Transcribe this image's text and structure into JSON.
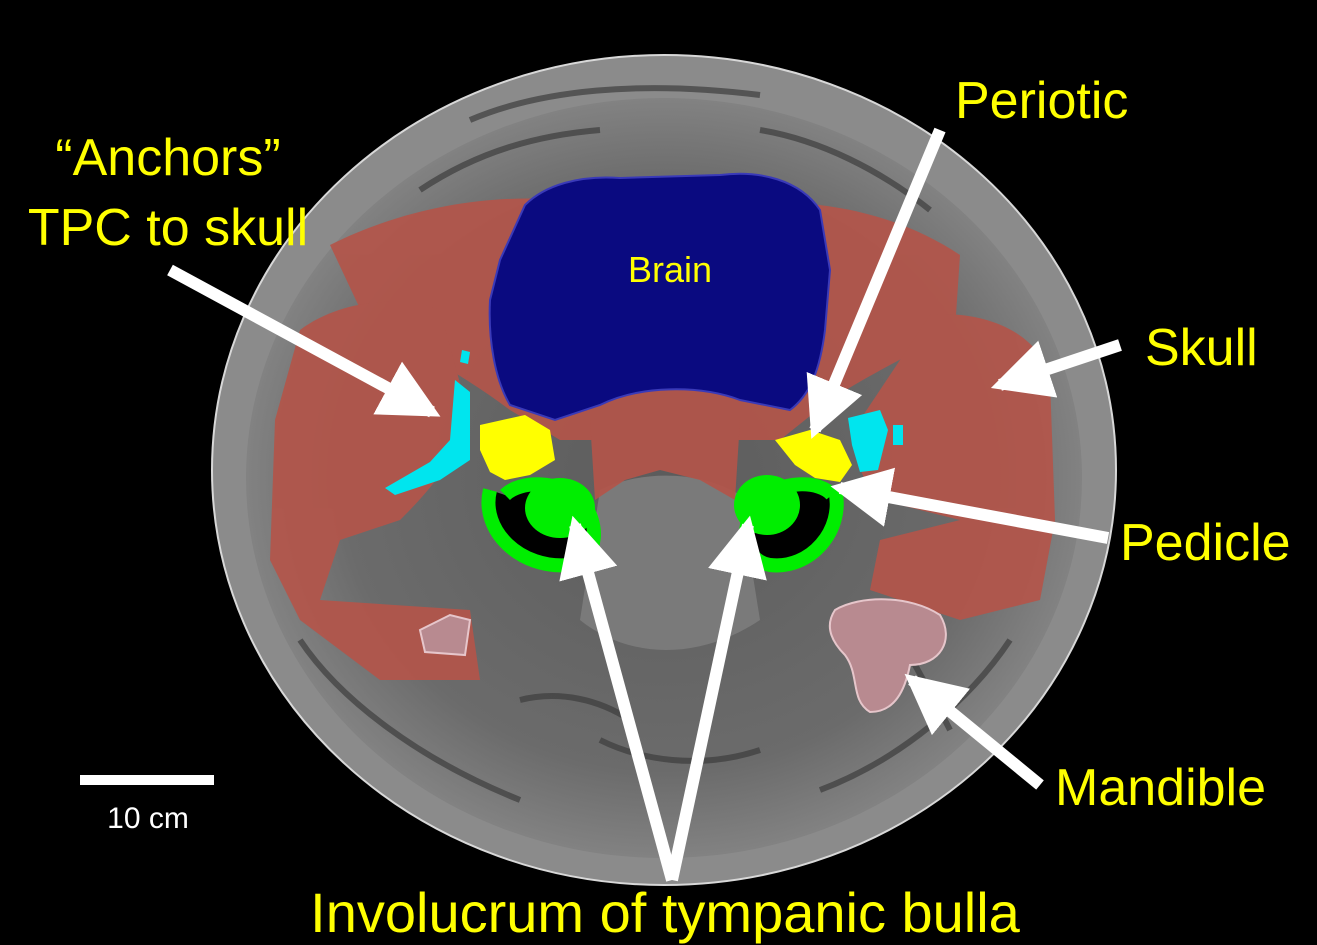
{
  "labels": {
    "anchors_line1": "“Anchors”",
    "anchors_line2": "TPC to skull",
    "periotic": "Periotic",
    "brain": "Brain",
    "skull": "Skull",
    "pedicle": "Pedicle",
    "mandible": "Mandible",
    "involucrum": "Involucrum of tympanic bulla"
  },
  "scale_bar": {
    "label": "10 cm"
  },
  "colors": {
    "background": "#000000",
    "head_outer": "#8a8a8a",
    "head_inner": "#6f6f6f",
    "brain": "#0a0a80",
    "skull": "#b3554a",
    "periotic": "#ffff00",
    "anchors": "#00e5ee",
    "involucrum": "#00ee00",
    "mandible": "#b88a90",
    "label_text": "#ffff00",
    "arrow": "#ffffff"
  }
}
